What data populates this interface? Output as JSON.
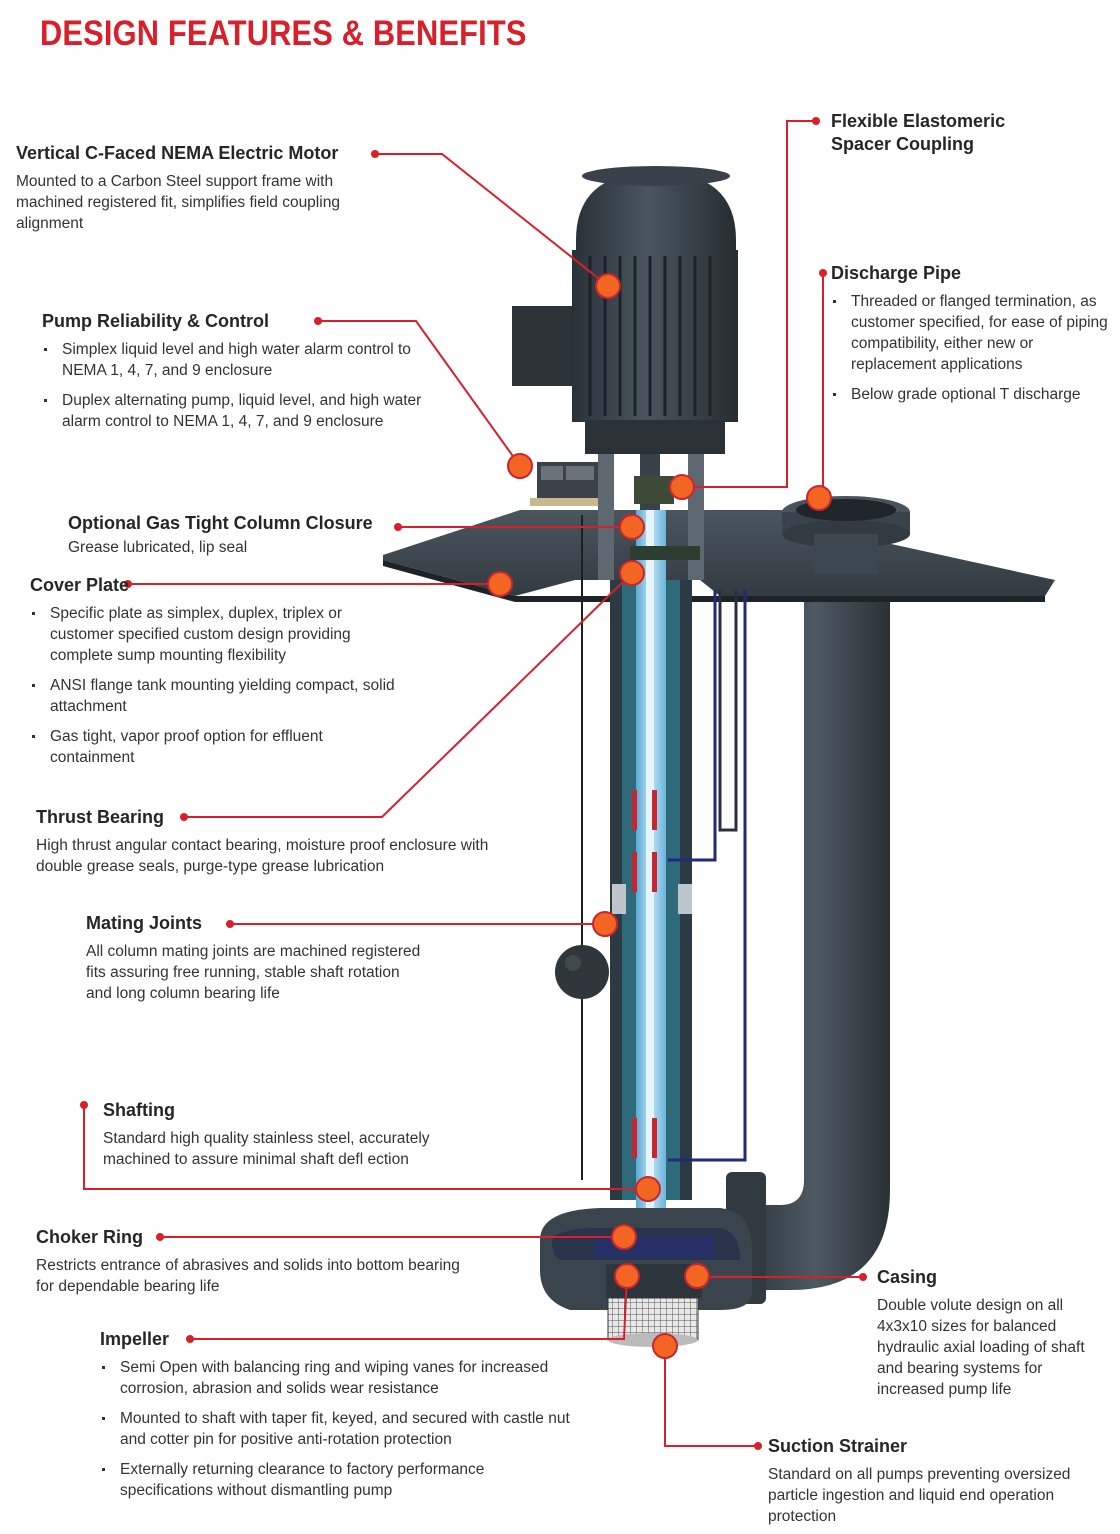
{
  "title": "DESIGN FEATURES & BENEFITS",
  "colors": {
    "accent": "#d81f2a",
    "marker": "#f26522",
    "pump_body": "#3c464f",
    "column": "#8ec9e6"
  },
  "callouts": {
    "motor": {
      "heading": "Vertical C-Faced NEMA Electric Motor",
      "text": "Mounted to a Carbon Steel support frame with machined registered fit, simplifies field coupling alignment"
    },
    "reliability": {
      "heading": "Pump Reliability & Control",
      "bullets": [
        "Simplex liquid level and high water alarm control to NEMA 1, 4, 7, and 9 enclosure",
        "Duplex alternating pump, liquid level, and high water alarm control to NEMA 1, 4, 7, and 9 enclosure"
      ]
    },
    "closure": {
      "heading": "Optional Gas Tight Column Closure",
      "text": "Grease lubricated, lip seal"
    },
    "cover": {
      "heading": "Cover Plate",
      "bullets": [
        "Specific plate as simplex, duplex, triplex or customer specified custom design providing complete sump mounting flexibility",
        "ANSI flange tank mounting yielding compact, solid attachment",
        "Gas tight, vapor proof option for effluent containment"
      ]
    },
    "thrust": {
      "heading": "Thrust Bearing",
      "text": "High thrust angular contact bearing, moisture proof enclosure with double grease seals, purge-type grease lubrication"
    },
    "mating": {
      "heading": "Mating Joints",
      "text": "All column mating joints are machined registered fits assuring free running, stable shaft rotation and long column bearing life"
    },
    "shafting": {
      "heading": "Shafting",
      "text": "Standard high quality stainless steel, accurately machined to assure minimal shaft defl ection"
    },
    "choker": {
      "heading": "Choker Ring",
      "text": "Restricts entrance of abrasives and solids into bottom bearing for dependable bearing life"
    },
    "impeller": {
      "heading": "Impeller",
      "bullets": [
        "Semi Open with balancing ring and wiping vanes for increased corrosion, abrasion and solids wear resistance",
        "Mounted to shaft with taper fit, keyed, and secured with castle nut and cotter pin for positive anti-rotation protection",
        "Externally returning clearance to factory performance specifications without dismantling pump"
      ]
    },
    "coupling": {
      "heading": "Flexible Elastomeric",
      "heading2": "Spacer Coupling"
    },
    "discharge": {
      "heading": "Discharge Pipe",
      "bullets": [
        "Threaded or flanged termination, as customer specified, for ease of piping compatibility, either new or replacement applications",
        "Below grade optional T discharge"
      ]
    },
    "casing": {
      "heading": "Casing",
      "text": "Double volute design on all 4x3x10 sizes for balanced hydraulic axial loading of shaft and bearing systems for increased pump life"
    },
    "strainer": {
      "heading": "Suction Strainer",
      "text": "Standard on all pumps preventing oversized particle ingestion and liquid end operation protection"
    }
  }
}
